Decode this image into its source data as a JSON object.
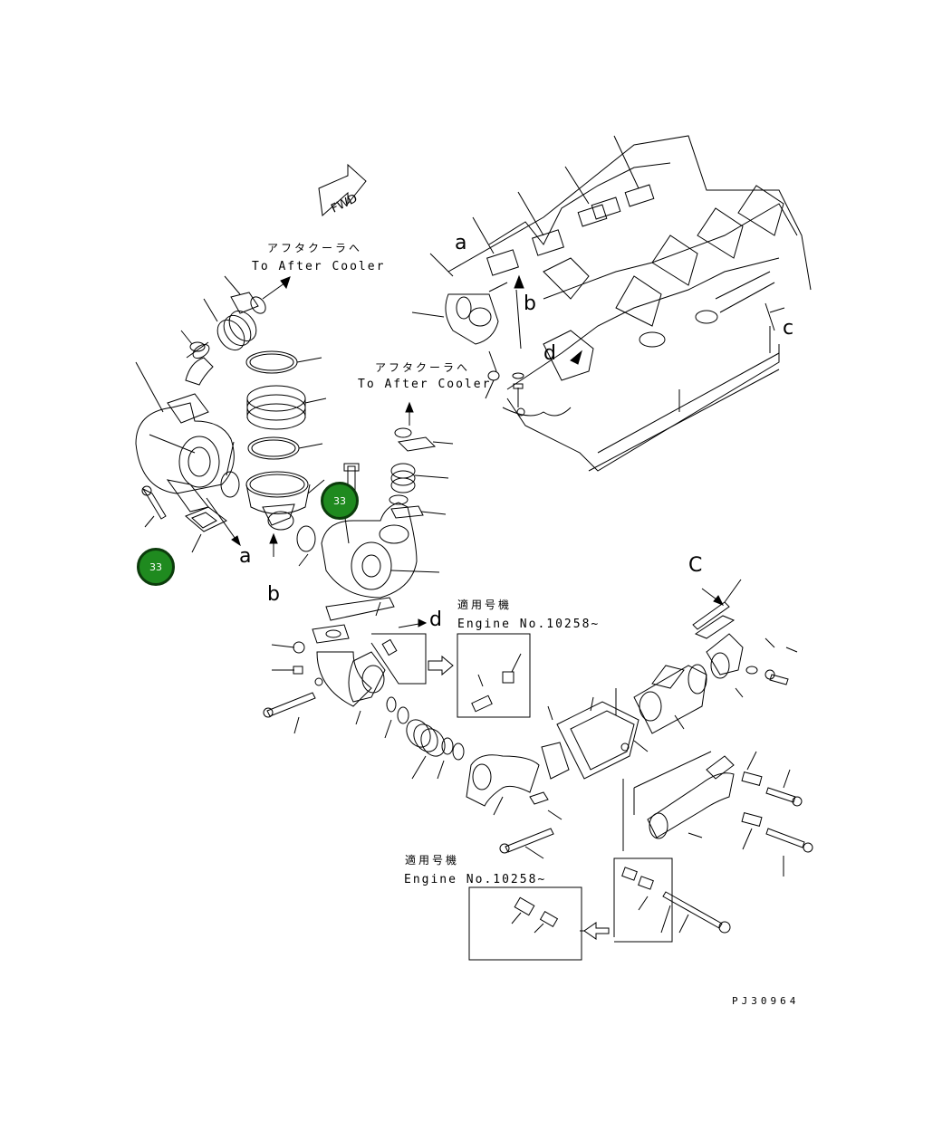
{
  "labels": {
    "fwd": "FWD",
    "to_after_cooler_jp": "アフタクーラへ",
    "to_after_cooler_en": "To After Cooler",
    "applicable_jp": "適用号機",
    "applicable_en": "Engine No.10258~",
    "ref_a": "a",
    "ref_b": "b",
    "ref_c": "c",
    "ref_C": "C",
    "ref_d": "d",
    "drawing_code": "PJ30964"
  },
  "callouts": [
    {
      "id": "callout-1",
      "number": "33"
    },
    {
      "id": "callout-2",
      "number": "33"
    }
  ],
  "colors": {
    "line": "#000000",
    "callout_fill": "#1f8a1f",
    "callout_border": "#0c3c0c",
    "callout_text": "#ffffff"
  }
}
